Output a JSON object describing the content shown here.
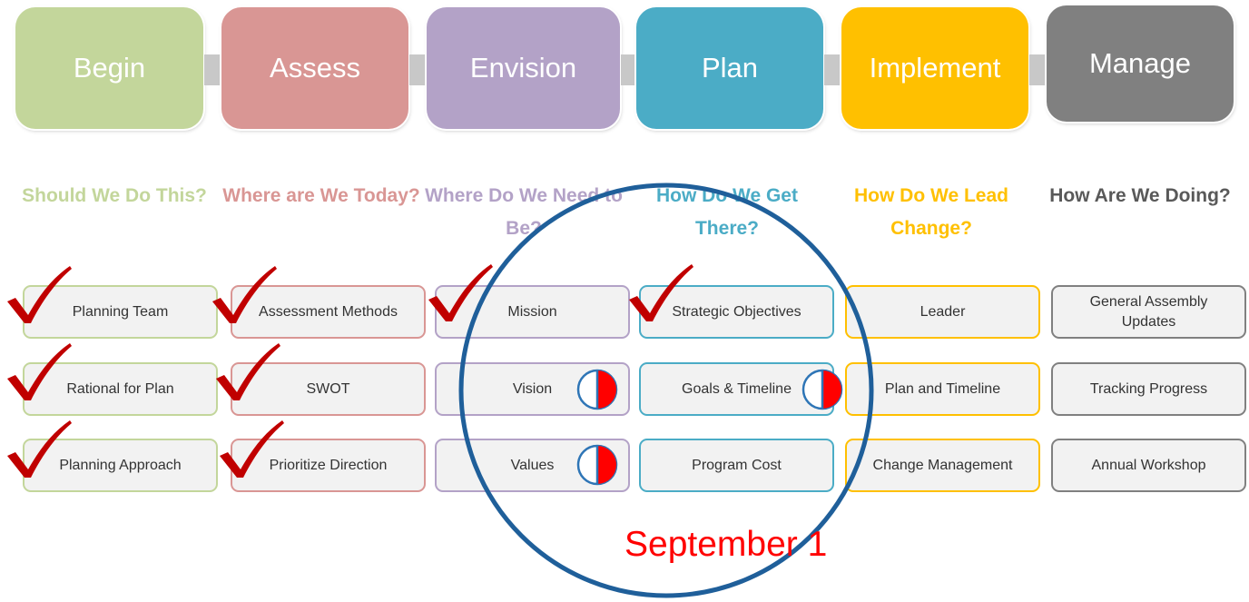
{
  "phases": [
    {
      "label": "Begin",
      "color": "#c3d69b",
      "question": "Should We Do This?",
      "tasks": [
        "Planning Team",
        "Rational for Plan",
        "Planning Approach"
      ]
    },
    {
      "label": "Assess",
      "color": "#d99694",
      "question": "Where are We Today?",
      "tasks": [
        "Assessment Methods",
        "SWOT",
        "Prioritize Direction"
      ]
    },
    {
      "label": "Envision",
      "color": "#b3a2c7",
      "question": "Where Do We Need to Be?",
      "tasks": [
        "Mission",
        "Vision",
        "Values"
      ]
    },
    {
      "label": "Plan",
      "color": "#4bacc6",
      "question": "How Do We Get There?",
      "tasks": [
        "Strategic Objectives",
        "Goals & Timeline",
        "Program Cost"
      ]
    },
    {
      "label": "Implement",
      "color": "#ffc000",
      "question": "How Do We Lead Change?",
      "tasks": [
        "Leader",
        "Plan and Timeline",
        "Change Management"
      ]
    },
    {
      "label": "Manage",
      "color": "#808080",
      "question": "How Are We Doing?",
      "tasks": [
        "General Assembly Updates",
        "Tracking Progress",
        "Annual Workshop"
      ]
    }
  ],
  "highlight": {
    "label": "September 1"
  },
  "colors": {
    "check": "#c00000",
    "progress_fill": "#ff0000",
    "circle": "#1f5f9a"
  },
  "status": {
    "completed_tasks": [
      "Planning Team",
      "Rational for Plan",
      "Planning Approach",
      "Assessment Methods",
      "SWOT",
      "Prioritize Direction",
      "Mission",
      "Strategic Objectives"
    ],
    "in_progress_tasks": [
      "Vision",
      "Values",
      "Goals & Timeline"
    ],
    "in_progress_level": 0.5
  }
}
